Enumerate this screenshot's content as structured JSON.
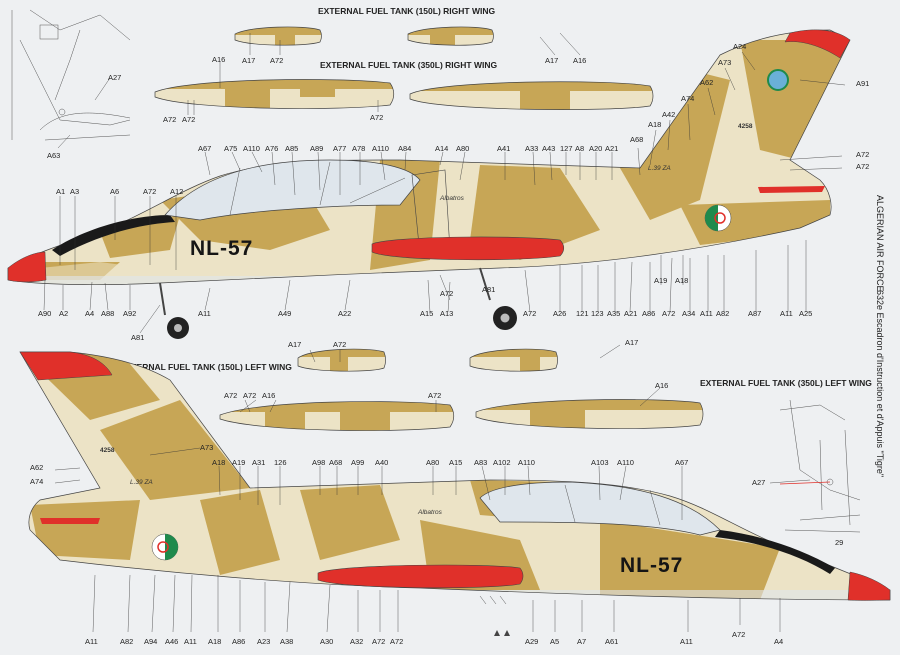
{
  "titles": {
    "tank150_right": "EXTERNAL FUEL TANK (150L) RIGHT WING",
    "tank350_right": "EXTERNAL FUEL TANK (350L) RIGHT WING",
    "tank150_left": "EXTERNAL FUEL TANK (150L) LEFT WING",
    "tank350_left": "EXTERNAL FUEL TANK (350L) LEFT WING"
  },
  "side_text": {
    "air_force": "ALGERIAN AIR FORCE",
    "unit": "632e Escadron d'Instruction et d'Appuis \"Tigre\""
  },
  "aircraft": {
    "registration": "NL-57",
    "serial": "4258",
    "type_marking": "L.39 ZA",
    "script_name": "Albatros"
  },
  "detail_label": "29",
  "labels": {
    "right_tank150": [
      "A17",
      "A72",
      "A17",
      "A16"
    ],
    "right_tank350": [
      "A16",
      "A72",
      "A72",
      "A72"
    ],
    "right_detail": [
      "A27",
      "A63"
    ],
    "right_top": [
      "A67",
      "A75",
      "A110",
      "A76",
      "A85",
      "A89",
      "A77",
      "A78",
      "A110",
      "A84",
      "A14",
      "A80",
      "A41",
      "A33",
      "A43",
      "127",
      "A8",
      "A20",
      "A21",
      "A68",
      "A18",
      "A42",
      "A74",
      "A62",
      "A73",
      "A24",
      "A91",
      "A72",
      "A72"
    ],
    "right_left_side": [
      "A1",
      "A3",
      "A6",
      "A72",
      "A12"
    ],
    "right_bottom": [
      "A90",
      "A2",
      "A4",
      "A88",
      "A92",
      "A81",
      "A11",
      "A49",
      "A22",
      "A72",
      "A81",
      "A15",
      "A13",
      "A72",
      "A26",
      "121",
      "123",
      "A35",
      "A21",
      "A86",
      "A72",
      "A34",
      "A11",
      "A82",
      "A87",
      "A11",
      "A25",
      "A19",
      "A18"
    ],
    "left_tank150": [
      "A17",
      "A72",
      "A17"
    ],
    "left_tank350": [
      "A72",
      "A72",
      "A16",
      "A72",
      "A16"
    ],
    "left_detail": [
      "A27"
    ],
    "left_top": [
      "A73",
      "A62",
      "A74",
      "A18",
      "A19",
      "A31",
      "126",
      "A98",
      "A68",
      "A99",
      "A40",
      "A80",
      "A15",
      "A83",
      "A102",
      "A110",
      "A103",
      "A110",
      "A67"
    ],
    "left_bottom": [
      "A11",
      "A82",
      "A94",
      "A46",
      "A11",
      "A18",
      "A86",
      "A23",
      "A38",
      "A30",
      "A32",
      "A72",
      "A72",
      "A29",
      "A5",
      "A7",
      "A61",
      "A11",
      "A72",
      "A4"
    ]
  },
  "colors": {
    "background": "#eef0f2",
    "sand": "#c7a656",
    "cream": "#ece3c6",
    "red": "#e0302a",
    "canopy": "#dfe6ec",
    "roundel_green": "#1f8a4c"
  }
}
